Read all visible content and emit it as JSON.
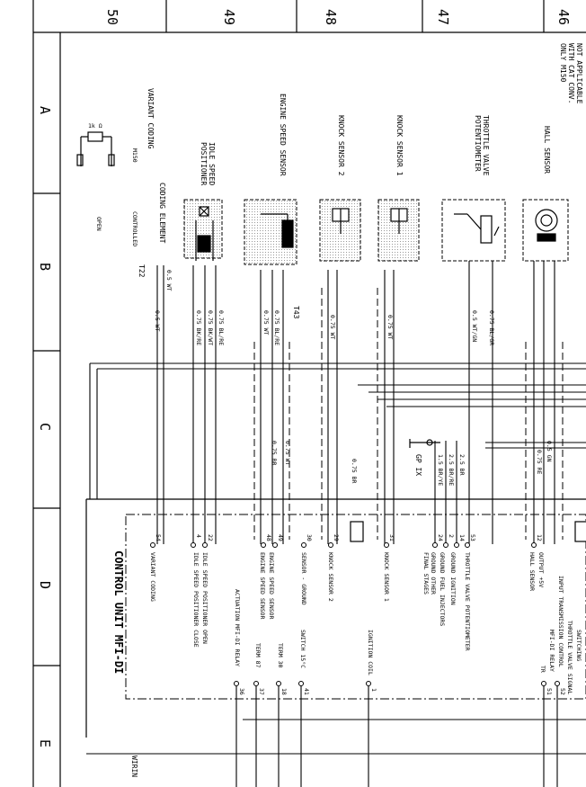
{
  "columns": [
    "50",
    "49",
    "48",
    "47",
    "46"
  ],
  "rows": [
    "A",
    "B",
    "C",
    "D",
    "E"
  ],
  "notes": {
    "not_applicable": [
      "NOT APPLICABLE",
      "WITH CAT CONV.",
      "ONLY M150"
    ]
  },
  "components": {
    "variant_coding": [
      "VARIANT CODING",
      "M150"
    ],
    "resistor": "1k Ω",
    "idle_speed_positioner": [
      "IDLE SPEED",
      "POSITIONER"
    ],
    "engine_speed_sensor": "ENGINE SPEED SENSOR",
    "knock_sensor_2": "KNOCK SENSOR 2",
    "knock_sensor_1": "KNOCK SENSOR 1",
    "throttle_valve_pot": [
      "THROTTLE VALVE",
      "POTENTIOMETER"
    ],
    "hall_sensor": "HALL SENSOR",
    "open": "OPEN",
    "controlled": "CONTROLLED",
    "coding_element": "CODING ELEMENT",
    "control_unit": "CONTROL UNIT MFI-DI",
    "ground_point": "GP IX",
    "connector_t22": "T22",
    "connector_t43": "T43",
    "wiring_partial": "WIRIN"
  },
  "wires": {
    "coding": "0.5 WT",
    "coding2": "0.5 WT",
    "idle1": "0.75 BL/RE",
    "idle2": "0.75 BK/WT",
    "idle3": "0.75 BK/RE",
    "speed1": "0.75 BL/RE",
    "speed2": "0.75 WT",
    "speed3": "0.75 WT",
    "speed4": "0.75 BR",
    "knock2": "0.75 WT",
    "knock2b": "0.75 BR",
    "knock1": "0.75 WT",
    "throttle1": "0.75 BL/GR",
    "throttle2": "0.5 WT/GN",
    "gnd1": "2.5 BR",
    "gnd2": "2.5 BR/RE",
    "gnd3": "1.5 BR/YE",
    "hall1": "0.5 GN",
    "hall2": "0.75 RE"
  },
  "pins": [
    "54",
    "4",
    "22",
    "48",
    "49",
    "30",
    "29",
    "31",
    "24",
    "2",
    "14",
    "53",
    "12",
    "36",
    "37",
    "18",
    "41",
    "1",
    "51",
    "52"
  ],
  "functions": {
    "f_variant": "VARIANT CODING",
    "f_idle_close": "IDLE SPEED POSITIONER CLOSE",
    "f_idle_open": "IDLE SPEED POSITIONER OPEN",
    "f_actuation": "ACTUATION MFI-DI RELAY",
    "f_eng1": "ENGINE SPEED SENSOR",
    "f_eng2": "ENGINE SPEED SENSOR",
    "f_term87": "TERM 87",
    "f_term30": "TERM 30",
    "f_sensor_gnd": "SENSOR - GROUND",
    "f_switch15": "SWITCH 15°C",
    "f_knock2": "KNOCK SENSOR 2",
    "f_knock1": "KNOCK SENSOR 1",
    "f_ignition": "IGNITION COIL",
    "f_gnd_other": "GROUND OTHER",
    "f_final": "FINAL STAGES",
    "f_gnd_inj": "GROUND FUEL INJECTORS",
    "f_gnd_ign": "GROUND IGNITION",
    "f_throttle": "THROTTLE VALVE POTENTIOMETER",
    "f_hall": "HALL SENSOR",
    "f_output": "OUTPUT +5V",
    "f_input_trans": "INPUT TRANSMISSION CONTROL",
    "f_mfi_relay": "MFI-DI RELAY",
    "f_tr": "TR",
    "f_throttle_signal": "THROTTLE VALVE SIGNAL",
    "f_switching": "SWITCHING"
  }
}
